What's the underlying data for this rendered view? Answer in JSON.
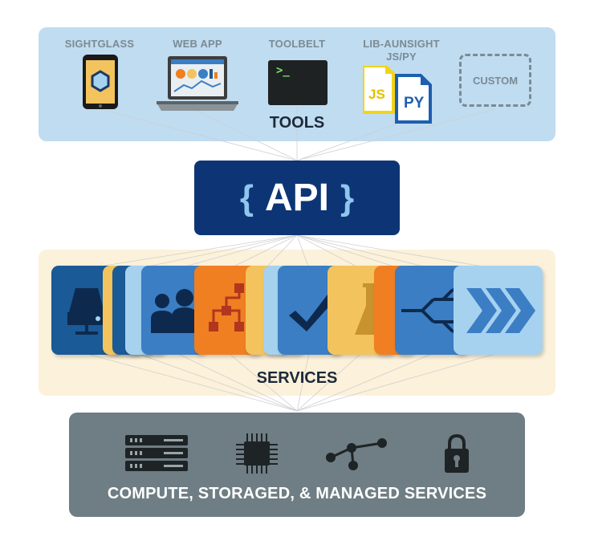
{
  "tools": {
    "title": "TOOLS",
    "items": [
      {
        "label": "SIGHTGLASS"
      },
      {
        "label": "WEB APP"
      },
      {
        "label": "TOOLBELT",
        "prompt": ">_"
      },
      {
        "label_line1": "LIB-AUNSIGHT",
        "label_line2": "JS/PY",
        "js": "JS",
        "py": "PY"
      },
      {
        "label": "CUSTOM"
      }
    ]
  },
  "api": {
    "open_brace": "{",
    "label": "API",
    "close_brace": "}"
  },
  "services": {
    "title": "SERVICES"
  },
  "compute": {
    "title": "COMPUTE, STORAGED, & MANAGED SERVICES"
  },
  "colors": {
    "navy": "#0d3576",
    "dark_blue": "#1a5a96",
    "mid_blue": "#3b7ec4",
    "light_blue": "#a6d2f0",
    "orange": "#f07f22",
    "yellow": "#f3c35e",
    "tools_bg": "#bfdcf1",
    "services_bg": "#fcf1da",
    "compute_bg": "#6f7d84"
  }
}
